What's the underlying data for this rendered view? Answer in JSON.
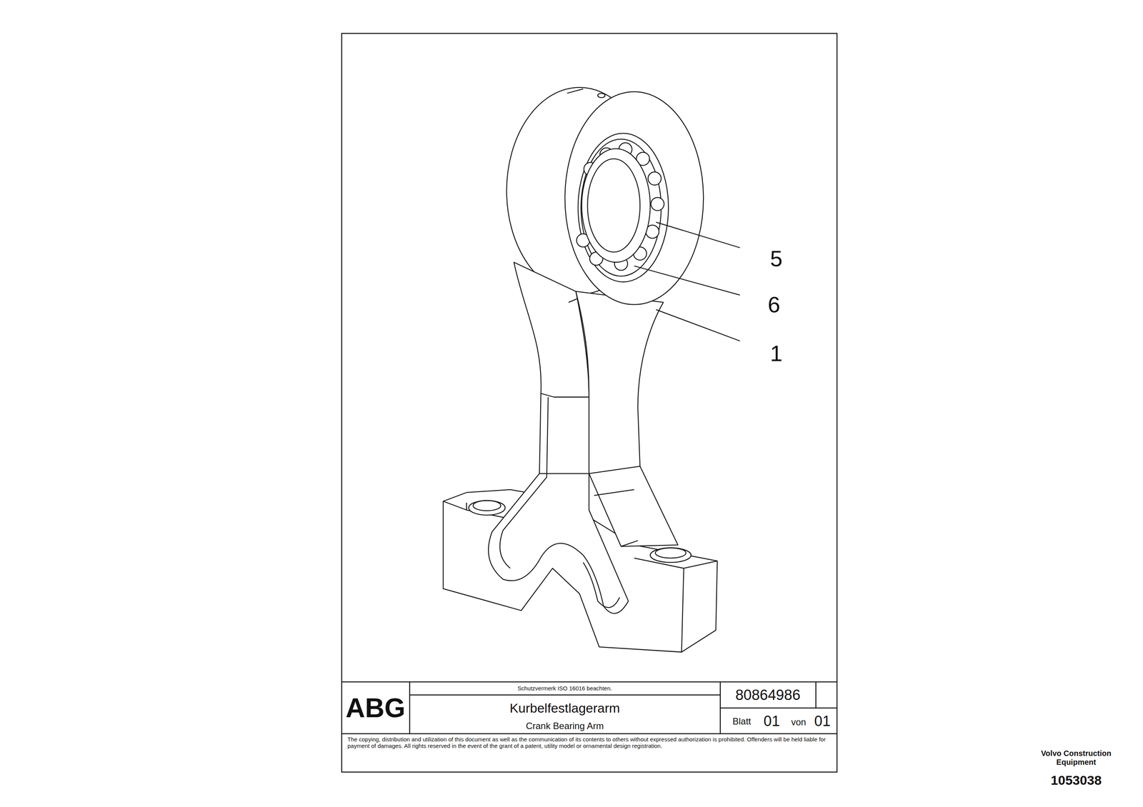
{
  "diagram": {
    "labels": [
      "5",
      "6",
      "1",
      "Schutzvermerk ISO 16016 beachten.",
      "ABG",
      "Kurbelfestlagerarm",
      "Crank Bearing Arm",
      "80864986",
      "Blatt",
      "01",
      "von",
      "01",
      "The copying, distribution and utilization of this document as well as the communication of its contents to others without expressed authorization is prohibited. Offenders will be held liable for payment of damages. All rights reserved in the event of the grant of a patent, utility model or ornamental design registration.",
      "Volvo Construction Equipment",
      "1053038"
    ]
  }
}
